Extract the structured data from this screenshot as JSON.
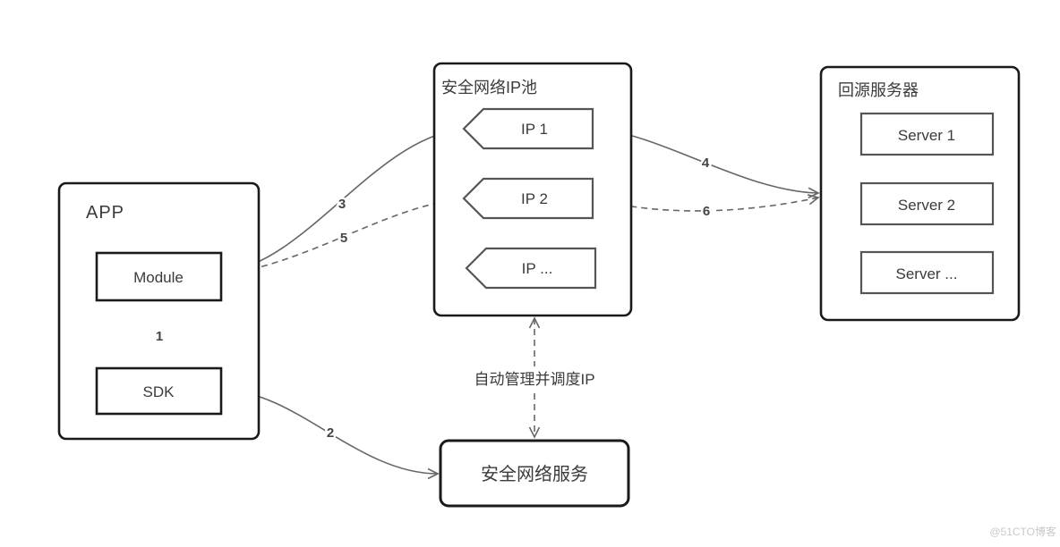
{
  "diagram": {
    "app_box": {
      "title": "APP",
      "module_label": "Module",
      "sdk_label": "SDK"
    },
    "ip_pool_box": {
      "title": "安全网络IP池",
      "items": [
        "IP 1",
        "IP 2",
        "IP ..."
      ]
    },
    "origin_box": {
      "title": "回源服务器",
      "servers": [
        "Server 1",
        "Server 2",
        "Server ..."
      ]
    },
    "service_box": {
      "title": "安全网络服务"
    },
    "edge_labels": {
      "module_sdk": "1",
      "sdk_service": "2",
      "module_ip1": "3",
      "ip1_origin": "4",
      "ip2_module": "5",
      "origin_ip2": "6"
    },
    "pool_service_label": "自动管理并调度IP",
    "watermark": "@51CTO博客",
    "colors": {
      "background": "#ffffff",
      "container_border": "#1a1a1a",
      "inner_node_border": "#1a1a1a",
      "gray_node_border": "#555555",
      "edge_line": "#666666",
      "text": "#3b3b3b",
      "watermark": "#c9c9c9"
    }
  }
}
